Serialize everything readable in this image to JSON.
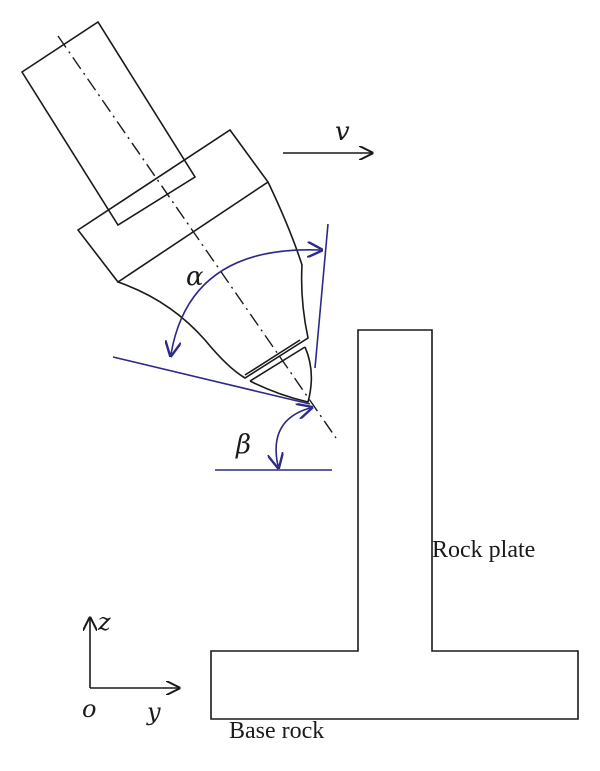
{
  "diagram": {
    "labels": {
      "velocity": "v",
      "alpha": "α",
      "beta": "β",
      "rock_plate": "Rock plate",
      "base_rock": "Base rock",
      "axis_z": "z",
      "axis_y": "y",
      "axis_origin": "o"
    },
    "colors": {
      "outline": "#1a1a1a",
      "angle_marks": "#2d2a86",
      "background": "#ffffff"
    }
  }
}
